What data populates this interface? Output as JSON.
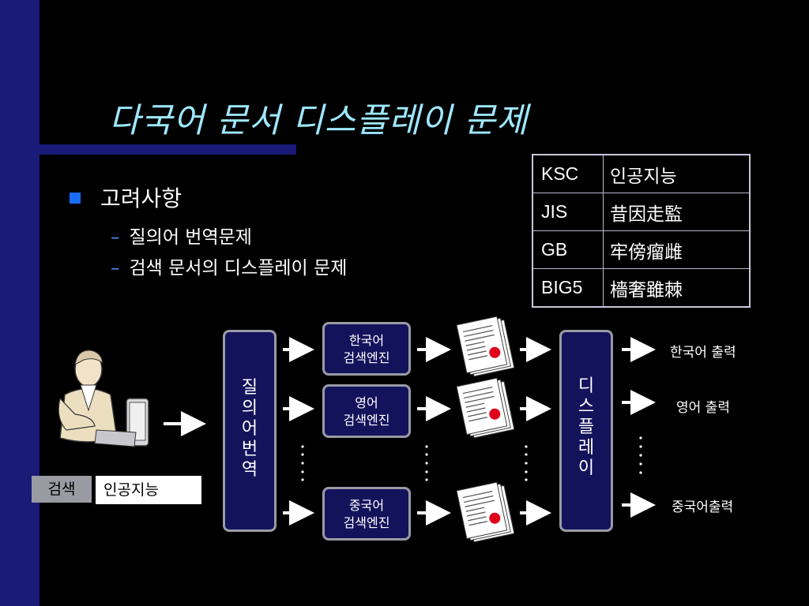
{
  "slide": {
    "title": "다국어 문서 디스플레이 문제",
    "bullet": "고려사항",
    "subs": [
      "질의어 번역문제",
      "검색 문서의 디스플레이 문제"
    ],
    "dash": "–"
  },
  "code_table": [
    {
      "code": "KSC",
      "text": "인공지능"
    },
    {
      "code": "JIS",
      "text": "昔因走監"
    },
    {
      "code": "GB",
      "text": "牢傍瘤雌"
    },
    {
      "code": "BIG5",
      "text": "檣奢雖棘"
    }
  ],
  "diagram": {
    "query_translation": [
      "질",
      "의",
      "어",
      "번",
      "역"
    ],
    "display": [
      "디",
      "스",
      "플",
      "레",
      "이"
    ],
    "engines": [
      {
        "line1": "한국어",
        "line2": "검색엔진"
      },
      {
        "line1": "영어",
        "line2": "검색엔진"
      },
      {
        "line1": "중국어",
        "line2": "검색엔진"
      }
    ],
    "outputs": [
      "한국어 출력",
      "영어 출력",
      "중국어출력"
    ],
    "search_button": "검색",
    "search_value": "인공지능"
  },
  "colors": {
    "title": "#9ee8ff",
    "accent_bar": "#1a1a78",
    "box_fill": "#13135c",
    "bullet": "#1a6cff"
  }
}
